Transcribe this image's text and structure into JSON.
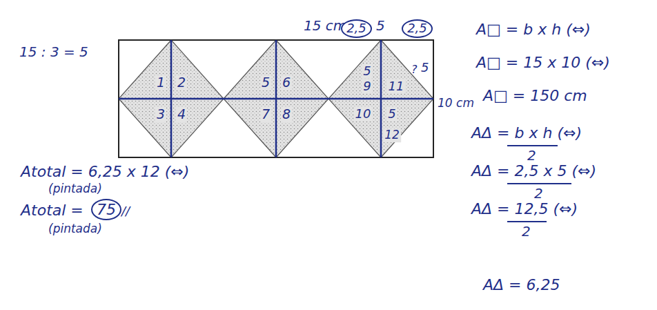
{
  "diagram": {
    "nodes": [
      {
        "text": [
          "2,5"
        ]
      },
      {
        "text": [
          "2,5"
        ]
      },
      {
        "text": [
          "75"
        ]
      }
    ],
    "labels": [
      "15 : 3 = 5",
      "15 cm",
      "5",
      "A□ = b x h (⇔)",
      "A□ = 15 x 10 (⇔)",
      "A□ = 150 cm",
      "?",
      "5",
      "10 cm",
      "1",
      "2",
      "3",
      "4",
      "5",
      "6",
      "7",
      "8",
      "5",
      "9",
      "11",
      "10",
      "5",
      "12",
      "AΔ = b x h (⇔)",
      "2",
      "AΔ = 2,5 x 5 (⇔)",
      "2",
      "AΔ = 12,5 (⇔)",
      "2",
      "AΔ = 6,25",
      "Atotal = 6,25 x 12 (⇔)",
      "(pintada)",
      "Atotal =",
      "//",
      "(pintada)"
    ]
  }
}
